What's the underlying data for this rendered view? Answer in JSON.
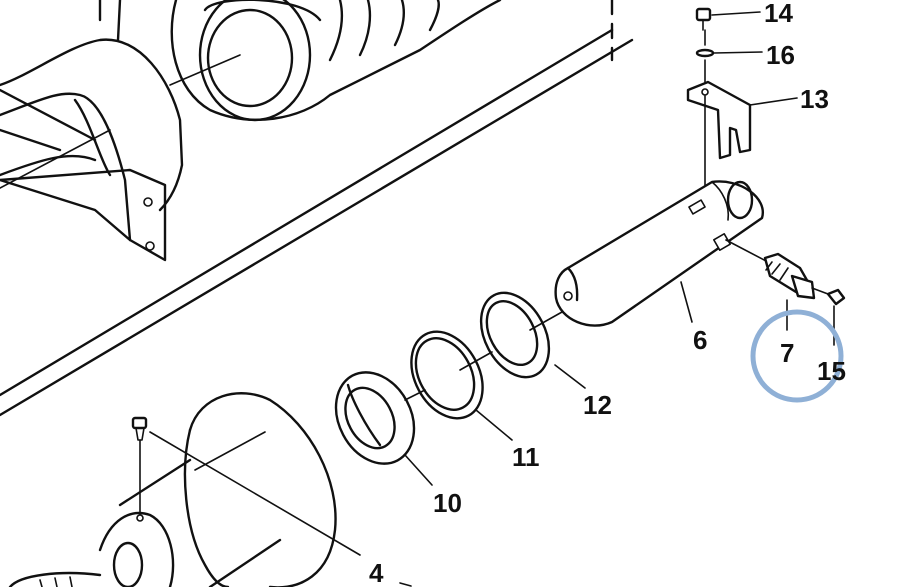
{
  "diagram": {
    "callouts": {
      "c4": "4",
      "c6": "6",
      "c7": "7",
      "c10": "10",
      "c11": "11",
      "c12": "12",
      "c13": "13",
      "c14": "14",
      "c15": "15",
      "c16": "16"
    },
    "highlight_color": "#8FB0D6",
    "line_color": "#111111"
  }
}
